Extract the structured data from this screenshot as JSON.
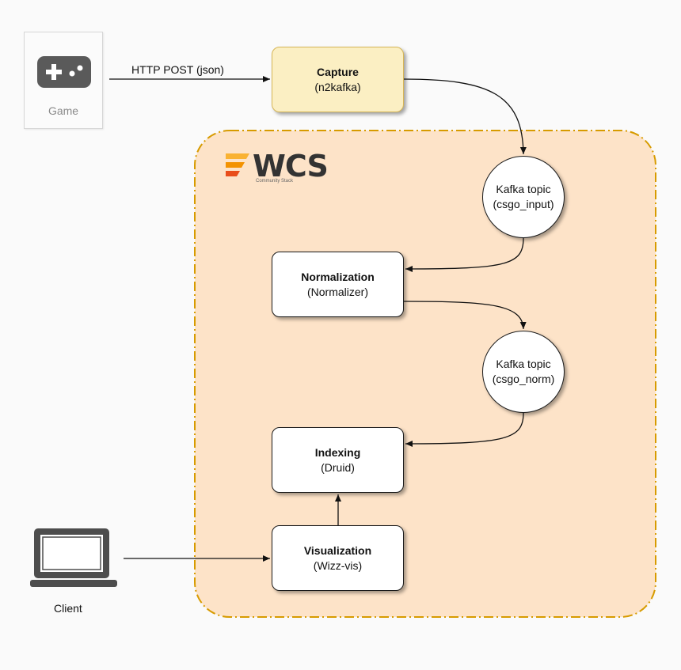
{
  "game": {
    "label": "Game",
    "icon": "gamepad-icon"
  },
  "edge": {
    "http_post": "HTTP POST (json)"
  },
  "capture": {
    "title": "Capture",
    "subtitle": "(n2kafka)"
  },
  "logo": {
    "text": "WCS",
    "subtitle": "Community Stack",
    "stripe_colors": [
      "#f9b233",
      "#f39200",
      "#e94e1b"
    ]
  },
  "kafka_input": {
    "line1": "Kafka topic",
    "line2": "(csgo_input)"
  },
  "normalization": {
    "title": "Normalization",
    "subtitle": "(Normalizer)"
  },
  "kafka_norm": {
    "line1": "Kafka topic",
    "line2": "(csgo_norm)"
  },
  "indexing": {
    "title": "Indexing",
    "subtitle": "(Druid)"
  },
  "visualization": {
    "title": "Visualization",
    "subtitle": "(Wizz-vis)"
  },
  "client": {
    "label": "Client",
    "icon": "laptop-icon"
  },
  "colors": {
    "region_fill": "#fde3c8",
    "region_border": "#d79b00",
    "capture_fill": "#fbefc3",
    "capture_border": "#d6b656"
  }
}
